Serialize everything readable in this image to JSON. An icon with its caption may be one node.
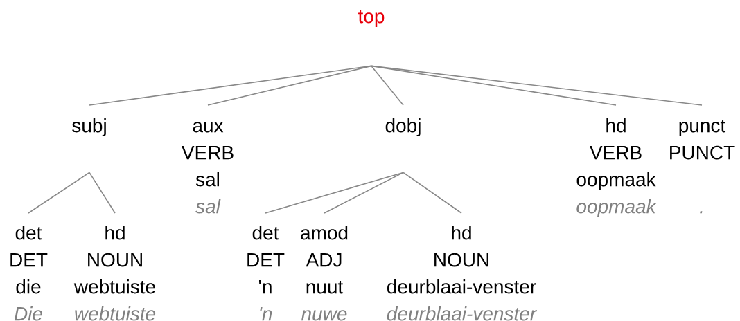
{
  "diagram": {
    "nodes": [
      {
        "text": [
          "top"
        ]
      },
      {
        "text": [
          "subj"
        ]
      },
      {
        "text": [
          "aux",
          "VERB",
          "sal",
          "sal"
        ]
      },
      {
        "text": [
          "dobj"
        ]
      },
      {
        "text": [
          "hd",
          "VERB",
          "oopmaak",
          "oopmaak"
        ]
      },
      {
        "text": [
          "punct",
          "PUNCT",
          "."
        ]
      },
      {
        "text": [
          "det",
          "DET",
          "die",
          "Die"
        ]
      },
      {
        "text": [
          "hd",
          "NOUN",
          "webtuiste",
          "webtuiste"
        ]
      },
      {
        "text": [
          "det",
          "DET",
          "'n",
          "'n"
        ]
      },
      {
        "text": [
          "amod",
          "ADJ",
          "nuut",
          "nuwe"
        ]
      },
      {
        "text": [
          "hd",
          "NOUN",
          "deurblaai-venster",
          "deurblaai-venster"
        ]
      }
    ],
    "edges": [
      {
        "from": 0,
        "to": 1,
        "arrow": "none"
      },
      {
        "from": 0,
        "to": 2,
        "arrow": "none"
      },
      {
        "from": 0,
        "to": 3,
        "arrow": "none"
      },
      {
        "from": 0,
        "to": 4,
        "arrow": "none"
      },
      {
        "from": 0,
        "to": 5,
        "arrow": "none"
      },
      {
        "from": 1,
        "to": 6,
        "arrow": "none"
      },
      {
        "from": 1,
        "to": 7,
        "arrow": "none"
      },
      {
        "from": 3,
        "to": 8,
        "arrow": "none"
      },
      {
        "from": 3,
        "to": 9,
        "arrow": "none"
      },
      {
        "from": 3,
        "to": 10,
        "arrow": "none"
      }
    ]
  }
}
